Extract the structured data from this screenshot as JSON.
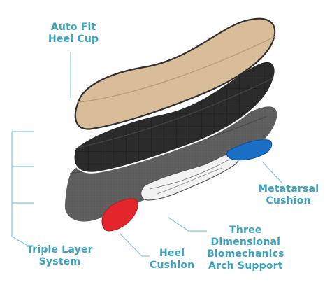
{
  "colors": {
    "accent_text": "#3aa3c2",
    "leader_line": "#6cc3dc",
    "top_layer": "#d9bc98",
    "middle_layer": "#2c2c2c",
    "bottom_layer": "#5a5a5a",
    "metatarsal_pad": "#1a6fc4",
    "heel_pad": "#e3262c",
    "arch_support": "#f2f2f2"
  },
  "labels": {
    "heel_cup": [
      "Auto Fit",
      "Heel Cup"
    ],
    "metatarsal": [
      "Metatarsal",
      "Cushion"
    ],
    "arch_support": [
      "Three",
      "Dimensional",
      "Biomechanics",
      "Arch Support"
    ],
    "heel_cushion": [
      "Heel",
      "Cushion"
    ],
    "triple_layer": [
      "Triple Layer",
      "System"
    ]
  },
  "components": {
    "top_layer": "leather-top-layer",
    "middle_layer": "foam-middle-layer",
    "bottom_layer": "base-bottom-layer",
    "metatarsal_pad": "metatarsal-pad",
    "heel_pad": "heel-pad",
    "arch_support": "arch-support-insert"
  }
}
